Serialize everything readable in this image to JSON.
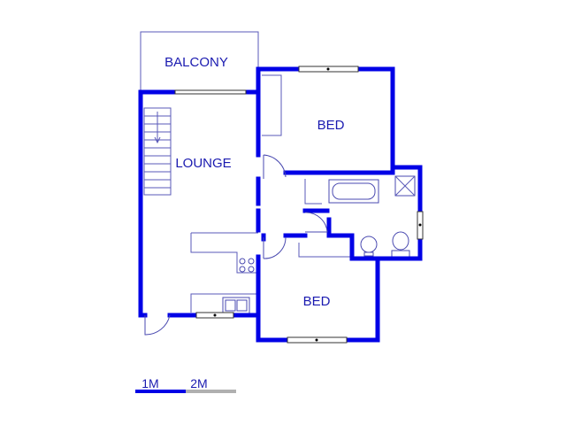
{
  "rooms": {
    "balcony": "BALCONY",
    "bed_top": "BED",
    "lounge": "LOUNGE",
    "bed_bottom": "BED"
  },
  "scale_bar": {
    "label_1": "1M",
    "label_2": "2M"
  },
  "colors": {
    "wall": "#0000e6",
    "label": "#1a1ab0",
    "scale_filled": "#0000e6",
    "scale_empty": "#b0b0b0"
  }
}
